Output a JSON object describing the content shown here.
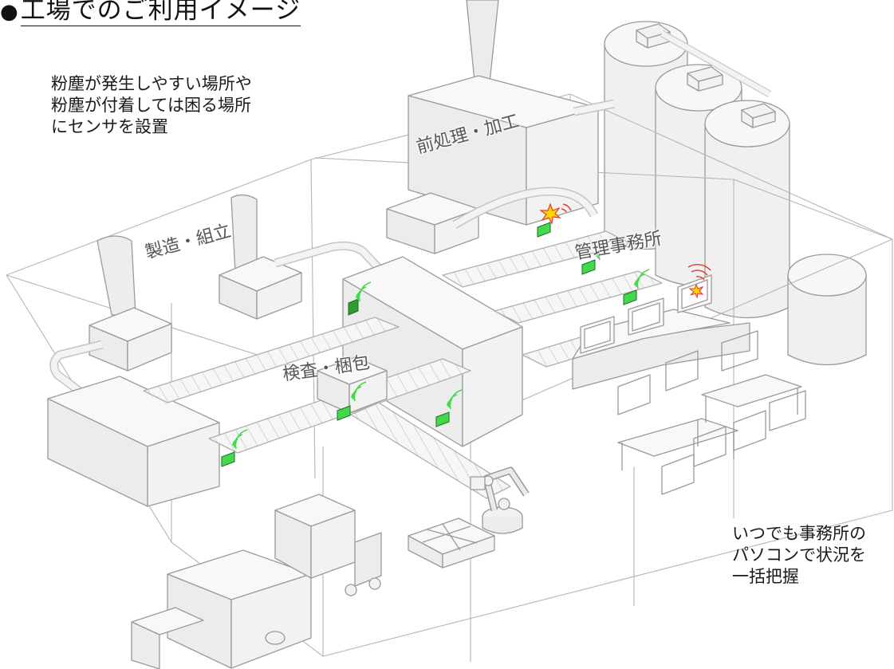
{
  "title": {
    "bullet": "●",
    "text": "工場でのご利用イメージ"
  },
  "notes": {
    "sensor_placement": [
      "粉塵が発生しやすい場所や",
      "粉塵が付着しては困る場所",
      "にセンサを設置"
    ],
    "office_monitoring": [
      "いつでも事務所の",
      "パソコンで状況を",
      "一括把握"
    ]
  },
  "areas": {
    "pretreatment": "前処理・加工",
    "manufacturing": "製造・組立",
    "office": "管理事務所",
    "inspection": "検査・梱包"
  },
  "colors": {
    "sensor": "#44d94a",
    "alert": "#e53935",
    "alert_burst": "#ffd600",
    "outline": "#9a9a9a",
    "fill": "#f2f2f2"
  }
}
